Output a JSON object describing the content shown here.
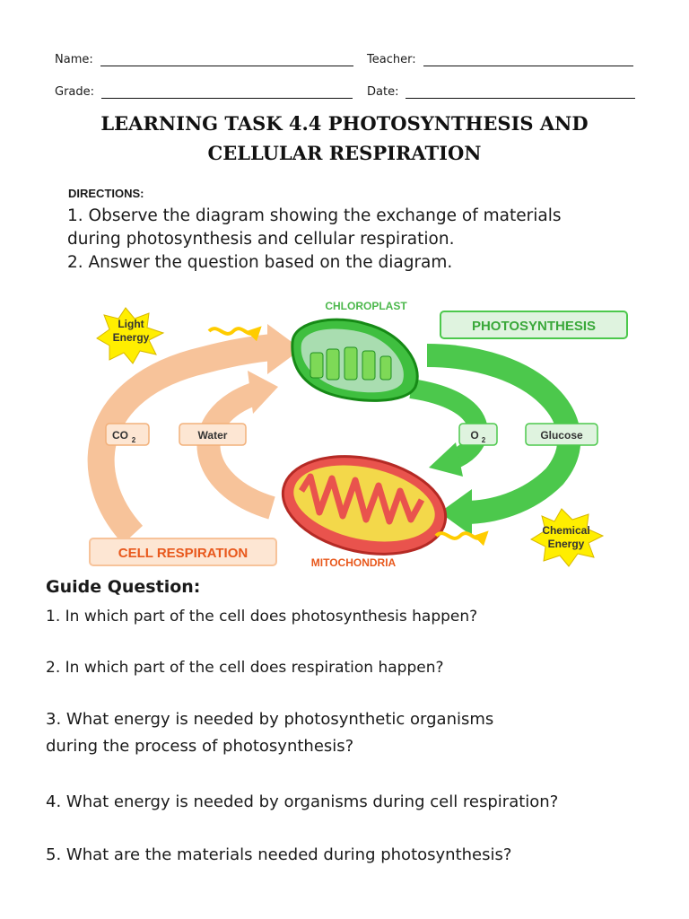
{
  "header": {
    "name_label": "Name:",
    "teacher_label": "Teacher:",
    "grade_label": "Grade:",
    "date_label": "Date:"
  },
  "title": {
    "line1": "LEARNING TASK 4.4 PHOTOSYNTHESIS AND",
    "line2": "CELLULAR RESPIRATION"
  },
  "directions": {
    "label": "DIRECTIONS:",
    "line1": "1. Observe the diagram showing the exchange of materials",
    "line2": "during photosynthesis and cellular respiration.",
    "line3": "2. Answer the question based on the diagram."
  },
  "diagram": {
    "chloroplast": "CHLOROPLAST",
    "mitochondria": "MITOCHONDRIA",
    "photosynthesis": "PHOTOSYNTHESIS",
    "cell_respiration": "CELL RESPIRATION",
    "light_energy_1": "Light",
    "light_energy_2": "Energy",
    "chemical_energy_1": "Chemical",
    "chemical_energy_2": "Energy",
    "co2": "CO",
    "co2_sub": "2",
    "water": "Water",
    "o2": "O",
    "o2_sub": "2",
    "glucose": "Glucose",
    "colors": {
      "green": "#3fbf3f",
      "peach": "#f7c39a",
      "orange_text": "#e8581c",
      "yellow_star": "#ffee00",
      "mito_red": "#e9534d"
    }
  },
  "guide": {
    "title": "Guide Question:",
    "q1": "1. In which part of the cell does photosynthesis happen?",
    "q2": "2. In which part of the cell does respiration happen?",
    "q3_line1": "3. What energy is needed by photosynthetic organisms",
    "q3_line2": "during the process of photosynthesis?",
    "q4": "4. What energy is needed by organisms during cell respiration?",
    "q5": "5. What are the materials needed during photosynthesis?"
  }
}
